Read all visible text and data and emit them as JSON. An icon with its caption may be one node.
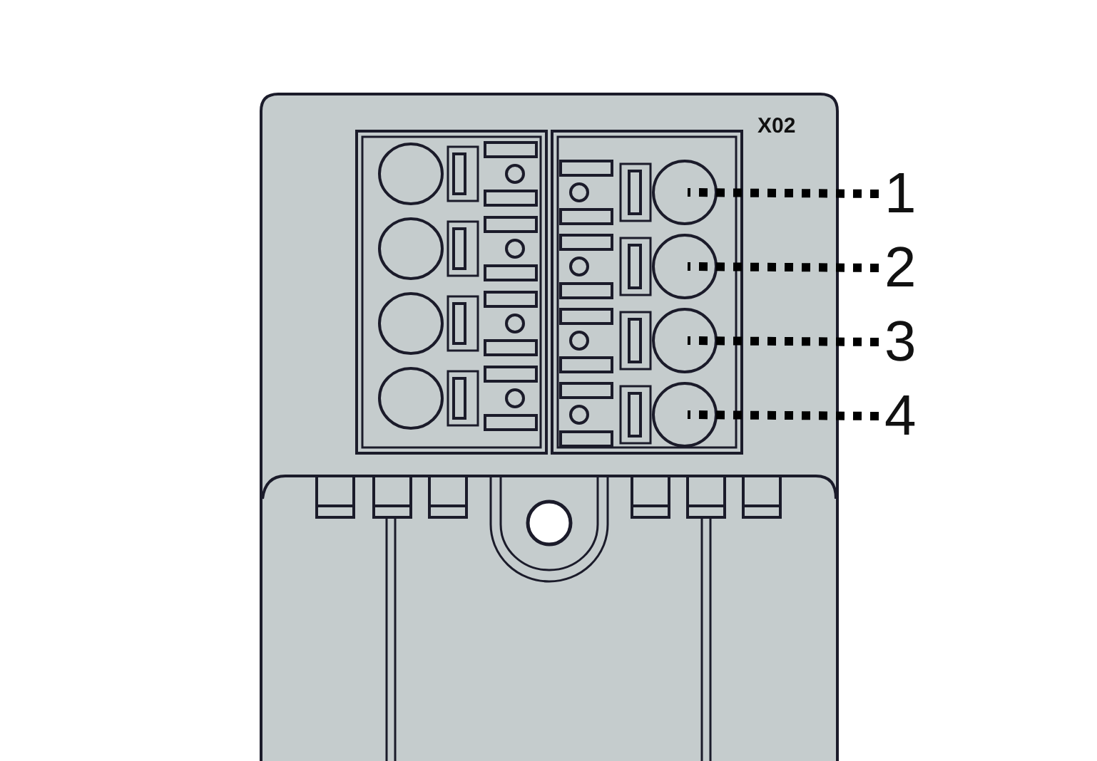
{
  "diagram": {
    "nodes": [
      {
        "text": [],
        "shape": "circle"
      },
      {
        "text": [
          "1"
        ]
      },
      {
        "text": [],
        "shape": "circle"
      },
      {
        "text": [
          "2"
        ]
      },
      {
        "text": [],
        "shape": "circle"
      },
      {
        "text": [
          "3"
        ]
      },
      {
        "text": [],
        "shape": "circle"
      },
      {
        "text": [
          "4"
        ]
      }
    ],
    "edges": [
      {
        "from": 1,
        "to": 0,
        "arrow": "none",
        "style": "dashed"
      },
      {
        "from": 3,
        "to": 2,
        "arrow": "none",
        "style": "dashed"
      },
      {
        "from": 5,
        "to": 4,
        "arrow": "none",
        "style": "dashed"
      },
      {
        "from": 7,
        "to": 6,
        "arrow": "none",
        "style": "dashed"
      }
    ],
    "labels": [
      "X02"
    ]
  }
}
